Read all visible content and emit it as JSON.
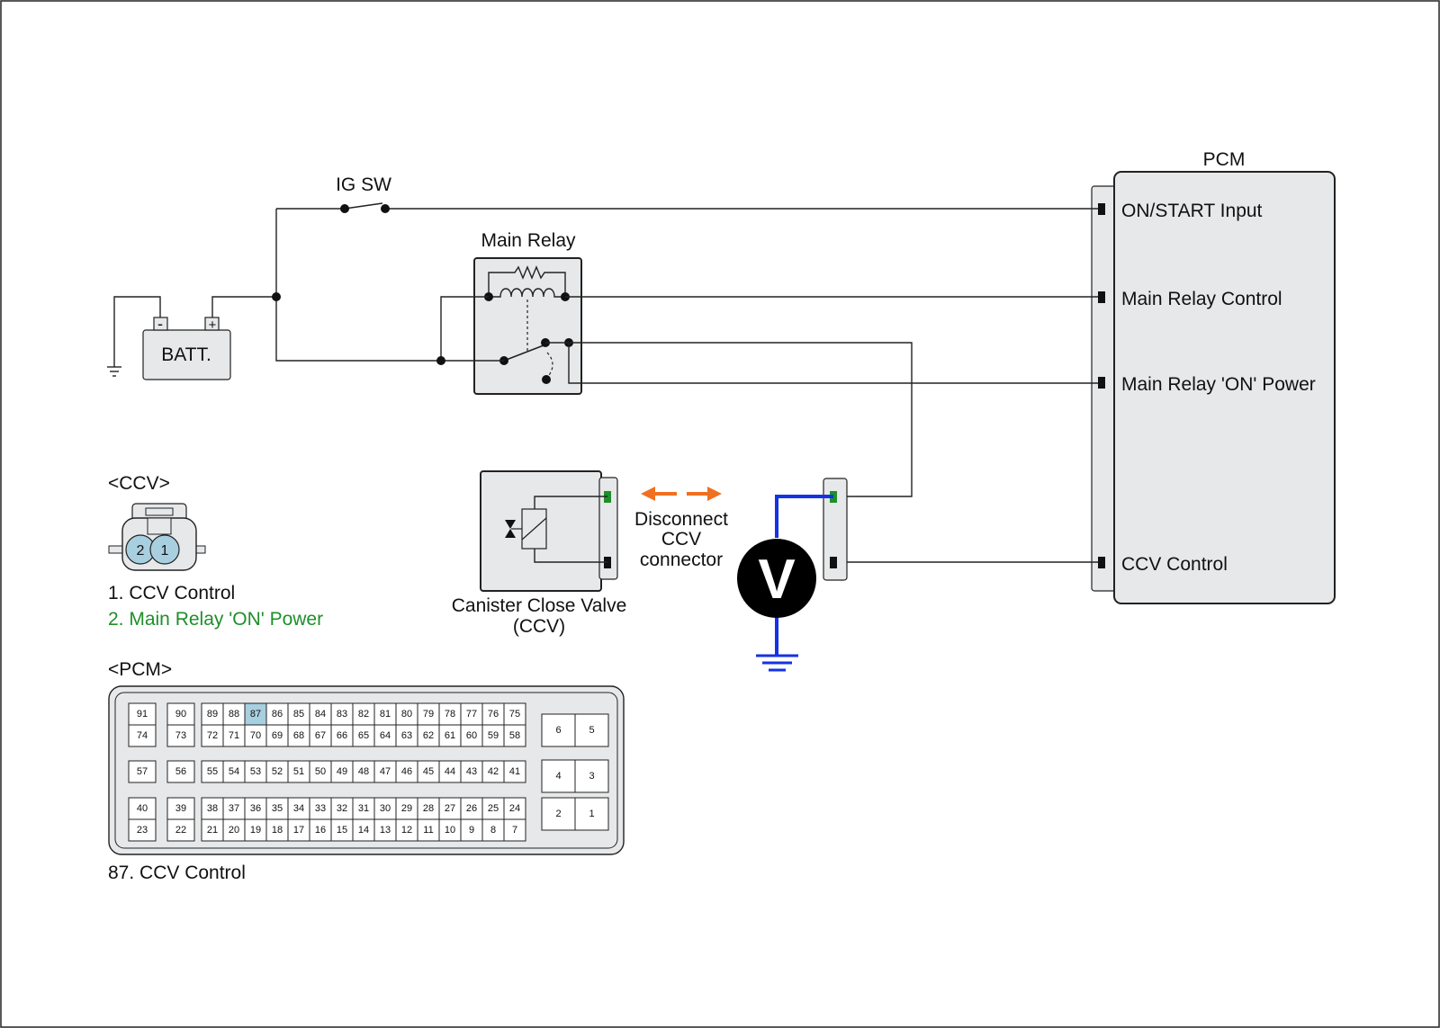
{
  "labels": {
    "ig_sw": "IG SW",
    "batt": "BATT.",
    "batt_minus": "-",
    "batt_plus": "+",
    "main_relay": "Main Relay",
    "pcm": "PCM",
    "pcm_on_start": "ON/START Input",
    "pcm_main_relay_control": "Main Relay Control",
    "pcm_main_relay_on_power": "Main Relay 'ON' Power",
    "pcm_ccv_control": "CCV Control",
    "disconnect_line1": "Disconnect",
    "disconnect_line2": "CCV",
    "disconnect_line3": "connector",
    "ccv_name_line1": "Canister Close Valve",
    "ccv_name_line2": "(CCV)",
    "voltmeter": "V"
  },
  "ccv_connector": {
    "title": "<CCV>",
    "pin_left": "2",
    "pin_right": "1",
    "legend": [
      "1. CCV Control",
      "2. Main Relay 'ON' Power"
    ]
  },
  "pcm_connector": {
    "title": "<PCM>",
    "highlight_pin": "87",
    "footnote": "87. CCV Control",
    "left_cols": [
      [
        "91",
        "74"
      ],
      [
        "90",
        "73"
      ],
      [
        "57"
      ],
      [
        "56"
      ],
      [
        "40",
        "23"
      ],
      [
        "39",
        "22"
      ]
    ],
    "row1_top": [
      "89",
      "88",
      "87",
      "86",
      "85",
      "84",
      "83",
      "82",
      "81",
      "80",
      "79",
      "78",
      "77",
      "76",
      "75"
    ],
    "row1_bottom": [
      "72",
      "71",
      "70",
      "69",
      "68",
      "67",
      "66",
      "65",
      "64",
      "63",
      "62",
      "61",
      "60",
      "59",
      "58"
    ],
    "row2": [
      "55",
      "54",
      "53",
      "52",
      "51",
      "50",
      "49",
      "48",
      "47",
      "46",
      "45",
      "44",
      "43",
      "42",
      "41"
    ],
    "row3_top": [
      "38",
      "37",
      "36",
      "35",
      "34",
      "33",
      "32",
      "31",
      "30",
      "29",
      "28",
      "27",
      "26",
      "25",
      "24"
    ],
    "row3_bottom": [
      "21",
      "20",
      "19",
      "18",
      "17",
      "16",
      "15",
      "14",
      "13",
      "12",
      "11",
      "10",
      "9",
      "8",
      "7"
    ],
    "right_block": [
      [
        "6",
        "5"
      ],
      [
        "4",
        "3"
      ],
      [
        "2",
        "1"
      ]
    ]
  },
  "colors": {
    "highlight": "#a8cfe0",
    "ccv_pin": "#a8cfe0",
    "green_terminal": "#1e8f2a",
    "legend_green": "#1e8f2a",
    "measure_wire": "#1432e6",
    "arrow": "#f07020",
    "box_fill": "#e6e8e9"
  }
}
